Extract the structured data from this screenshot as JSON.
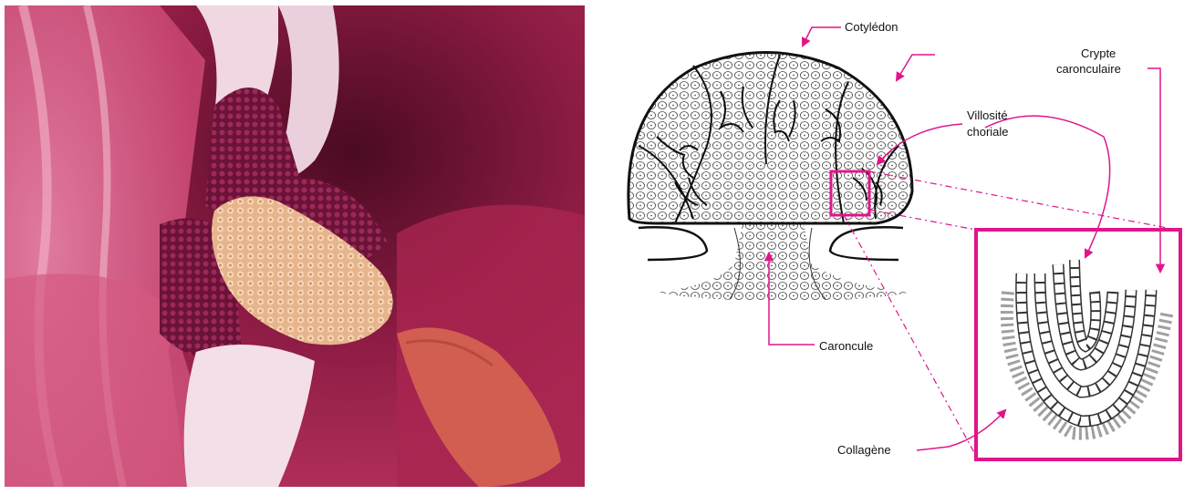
{
  "photo": {
    "subject": "placentome-photo",
    "palette": {
      "tissue": "#b82c5c",
      "dark": "#5a0e2a",
      "glove": "#f2dde6",
      "cotyledon": "#f0c7a2"
    }
  },
  "diagram": {
    "accent_color": "#e0158a",
    "labels": {
      "cotyledon": "Cotylédon",
      "crypte_line1": "Crypte",
      "crypte_line2": "caronculaire",
      "villosite_line1": "Villosité",
      "villosite_line2": "choriale",
      "caroncule": "Caroncule",
      "collagene": "Collagène"
    }
  }
}
